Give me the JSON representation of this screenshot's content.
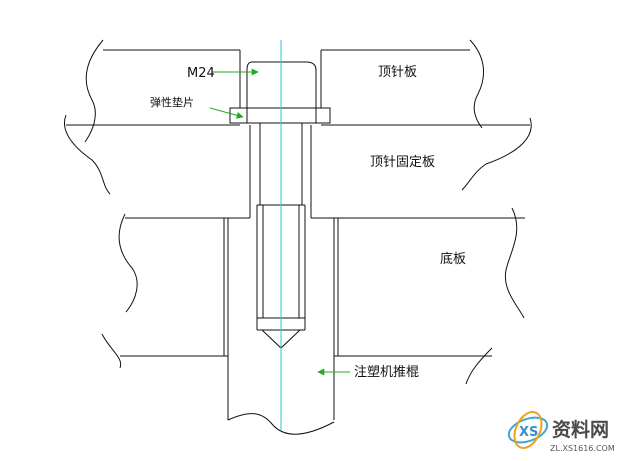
{
  "diagram": {
    "labels": {
      "bolt": "M24",
      "washer": "弹性垫片",
      "ejector_plate": "顶针板",
      "ejector_retainer_plate": "顶针固定板",
      "bottom_plate": "底板",
      "ejector_rod": "注塑机推棍"
    },
    "colors": {
      "line": "#111111",
      "centerline": "#2ec4d6",
      "leader_arrow": "#22aa22",
      "background": "#ffffff"
    }
  },
  "watermark": {
    "logo_text": "资料网",
    "logo_sub": "ZL.XS1616.COM",
    "logo_badge": "XS"
  }
}
